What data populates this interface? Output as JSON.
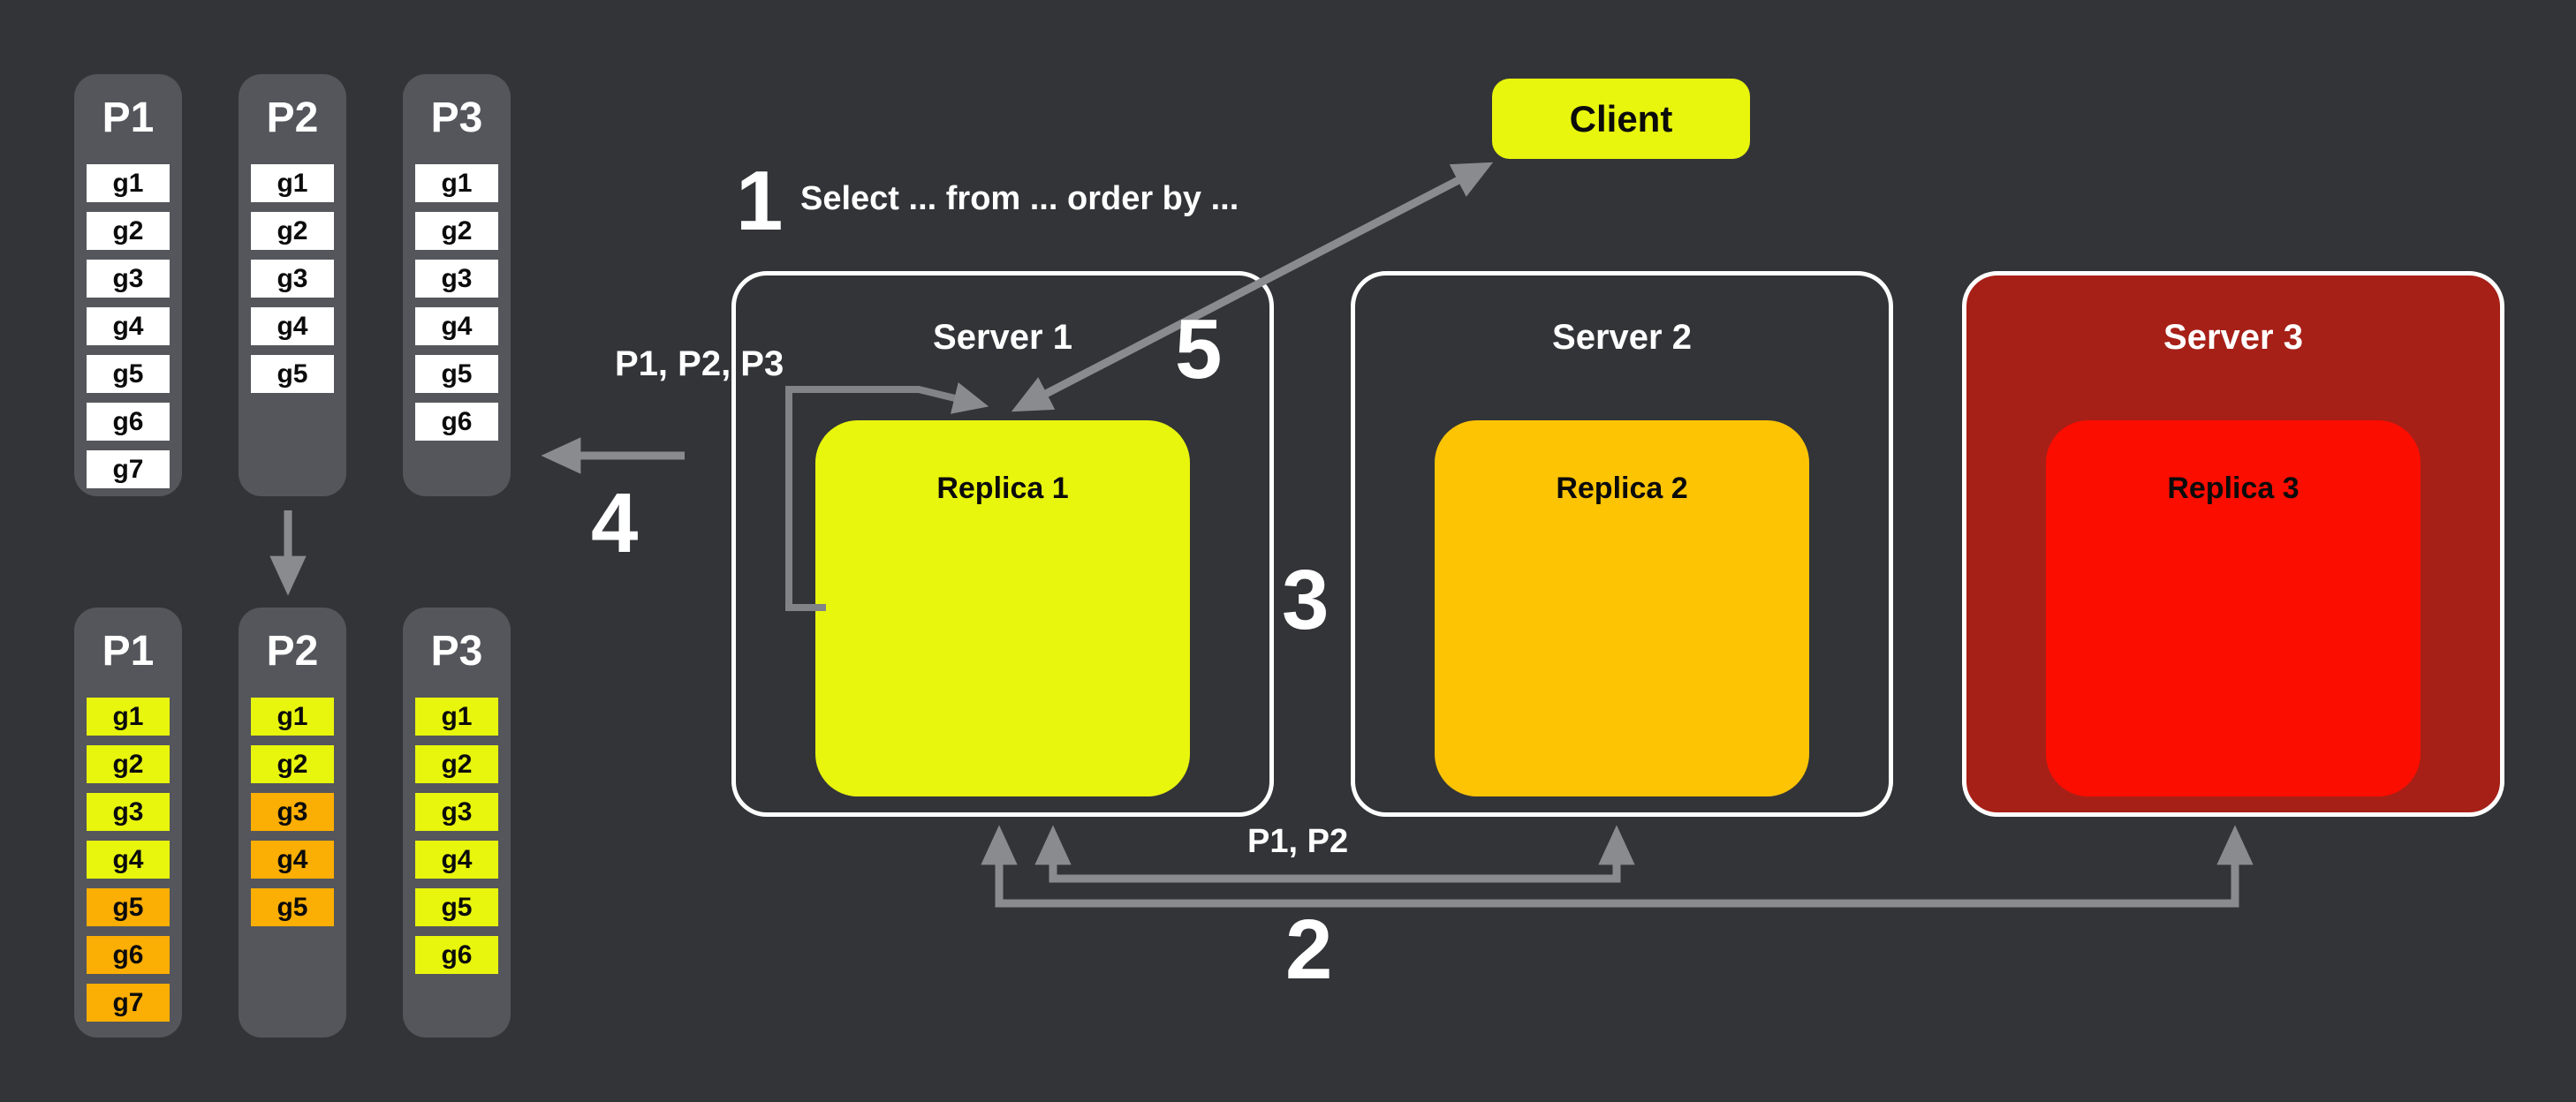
{
  "palette": {
    "background": "#333438",
    "column_bg": "#54565b",
    "arrow": "#8a8b8e",
    "white": "#ffffff",
    "yellow": "#e8f50d",
    "orange": "#fbae03",
    "amber": "#fdc404",
    "red": "#fb0d00",
    "dark_red": "#a62018"
  },
  "client": {
    "label": "Client",
    "color": "yellow"
  },
  "servers": [
    {
      "name": "Server 1",
      "replica_label": "Replica 1",
      "replica_color": "yellow",
      "server_fill": ""
    },
    {
      "name": "Server 2",
      "replica_label": "Replica 2",
      "replica_color": "amber",
      "server_fill": ""
    },
    {
      "name": "Server 3",
      "replica_label": "Replica 3",
      "replica_color": "red",
      "server_fill": "dark_red"
    }
  ],
  "steps": {
    "1": {
      "number": "1",
      "label": "Select ... from ... order by ..."
    },
    "2": {
      "number": "2"
    },
    "3": {
      "number": "3"
    },
    "4": {
      "number": "4"
    },
    "5": {
      "number": "5"
    }
  },
  "flow_labels": {
    "to_server1": "P1, P2, P3",
    "to_server2": "P1, P2"
  },
  "partitions_before": [
    {
      "label": "P1",
      "groups": [
        "g1",
        "g2",
        "g3",
        "g4",
        "g5",
        "g6",
        "g7"
      ]
    },
    {
      "label": "P2",
      "groups": [
        "g1",
        "g2",
        "g3",
        "g4",
        "g5"
      ]
    },
    {
      "label": "P3",
      "groups": [
        "g1",
        "g2",
        "g3",
        "g4",
        "g5",
        "g6"
      ]
    }
  ],
  "partitions_after": [
    {
      "label": "P1",
      "groups": [
        {
          "name": "g1",
          "color": "yellow"
        },
        {
          "name": "g2",
          "color": "yellow"
        },
        {
          "name": "g3",
          "color": "yellow"
        },
        {
          "name": "g4",
          "color": "yellow"
        },
        {
          "name": "g5",
          "color": "orange"
        },
        {
          "name": "g6",
          "color": "orange"
        },
        {
          "name": "g7",
          "color": "orange"
        }
      ]
    },
    {
      "label": "P2",
      "groups": [
        {
          "name": "g1",
          "color": "yellow"
        },
        {
          "name": "g2",
          "color": "yellow"
        },
        {
          "name": "g3",
          "color": "orange"
        },
        {
          "name": "g4",
          "color": "orange"
        },
        {
          "name": "g5",
          "color": "orange"
        }
      ]
    },
    {
      "label": "P3",
      "groups": [
        {
          "name": "g1",
          "color": "yellow"
        },
        {
          "name": "g2",
          "color": "yellow"
        },
        {
          "name": "g3",
          "color": "yellow"
        },
        {
          "name": "g4",
          "color": "yellow"
        },
        {
          "name": "g5",
          "color": "yellow"
        },
        {
          "name": "g6",
          "color": "yellow"
        }
      ]
    }
  ]
}
